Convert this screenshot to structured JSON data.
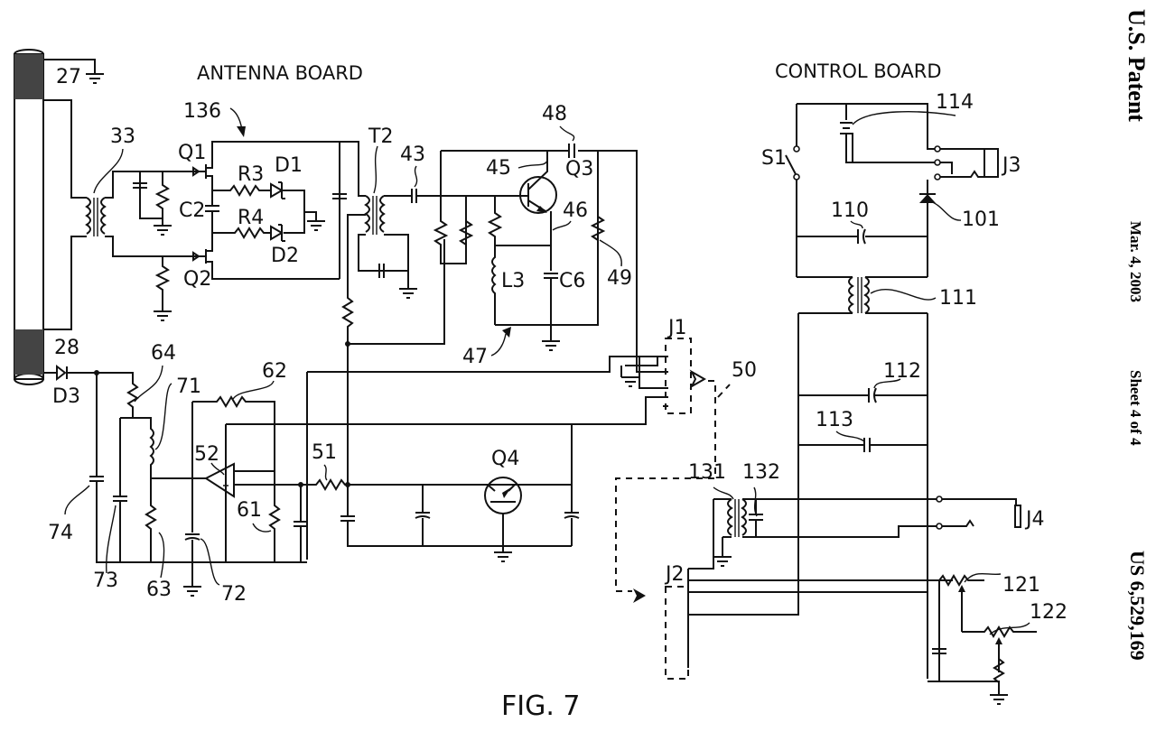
{
  "header": {
    "publication": "U.S. Patent",
    "date": "Mar. 4, 2003",
    "sheet": "Sheet 4 of 4",
    "patent_number": "US 6,529,169"
  },
  "figure": {
    "caption": "FIG. 7",
    "sections": {
      "antenna_board": "ANTENNA BOARD",
      "control_board": "CONTROL BOARD"
    },
    "labels": {
      "l27": "27",
      "l28": "28",
      "l33": "33",
      "l136": "136",
      "q1": "Q1",
      "q2": "Q2",
      "q3": "Q3",
      "q4": "Q4",
      "r3": "R3",
      "r4": "R4",
      "d1": "D1",
      "d2": "D2",
      "d3": "D3",
      "c2": "C2",
      "c6": "C6",
      "l3": "L3",
      "t2": "T2",
      "l43": "43",
      "l45": "45",
      "l46": "46",
      "l47": "47",
      "l48": "48",
      "l49": "49",
      "j1": "J1",
      "j2": "J2",
      "j3": "J3",
      "j4": "J4",
      "l50": "50",
      "l51": "51",
      "l52": "52",
      "l61": "61",
      "l62": "62",
      "l63": "63",
      "l64": "64",
      "l71": "71",
      "l72": "72",
      "l73": "73",
      "l74": "74",
      "s1": "S1",
      "l101": "101",
      "l110": "110",
      "l111": "111",
      "l112": "112",
      "l113": "113",
      "l114": "114",
      "l121": "121",
      "l122": "122",
      "l131": "131",
      "l132": "132"
    }
  }
}
